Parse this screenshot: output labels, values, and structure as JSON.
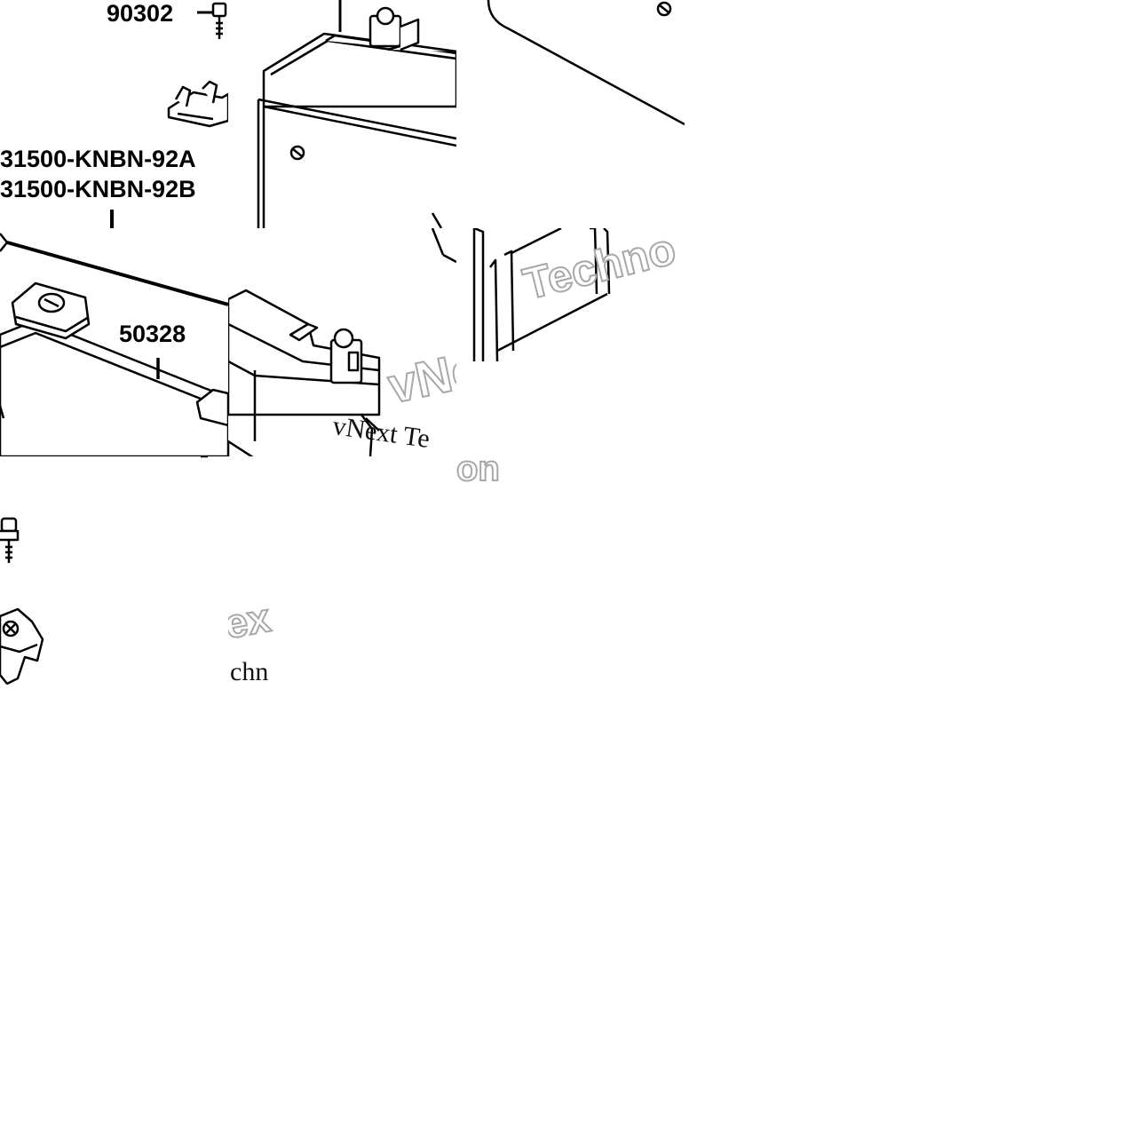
{
  "diagram": {
    "part_labels": {
      "bolt_top": "90302",
      "battery_a": "31500-KNBN-92A",
      "battery_b": "31500-KNBN-92B",
      "band": "50328"
    },
    "watermarks": {
      "techno": "Techno",
      "vne": "vNe",
      "vnext_te": "vNext Te",
      "on": "on",
      "ex": "ex",
      "chn": "chn"
    },
    "colors": {
      "line": "#000000",
      "watermark_outline": "#a8a8a8",
      "background": "#ffffff"
    }
  }
}
